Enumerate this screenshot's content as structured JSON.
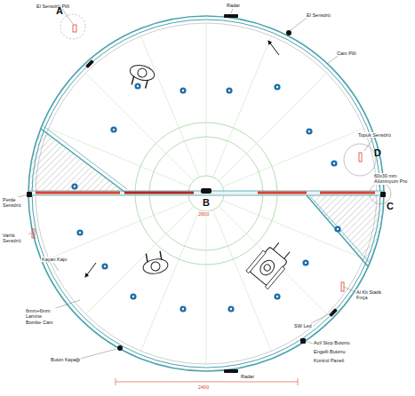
{
  "diagram": {
    "labels": [
      "El Sensörü Pilli",
      "A",
      "Radar",
      "El Sensörü",
      "Cam Pilli",
      "Topuk Sensörü",
      "D",
      "60x30 mm Alüminyum Pro",
      "C",
      "B",
      "2600",
      "Perde Sensörü",
      "Varlık Sensörü",
      "Kayan Kapı",
      "6mm+6mm Lamine Bombe Cam",
      "Buton Kapağı",
      "Radar",
      "Al Kit Statik Fırça",
      "SW Led",
      "Acil Stop Butonu",
      "Engelli Butonu",
      "Kontrol Paneli",
      "2400"
    ]
  }
}
